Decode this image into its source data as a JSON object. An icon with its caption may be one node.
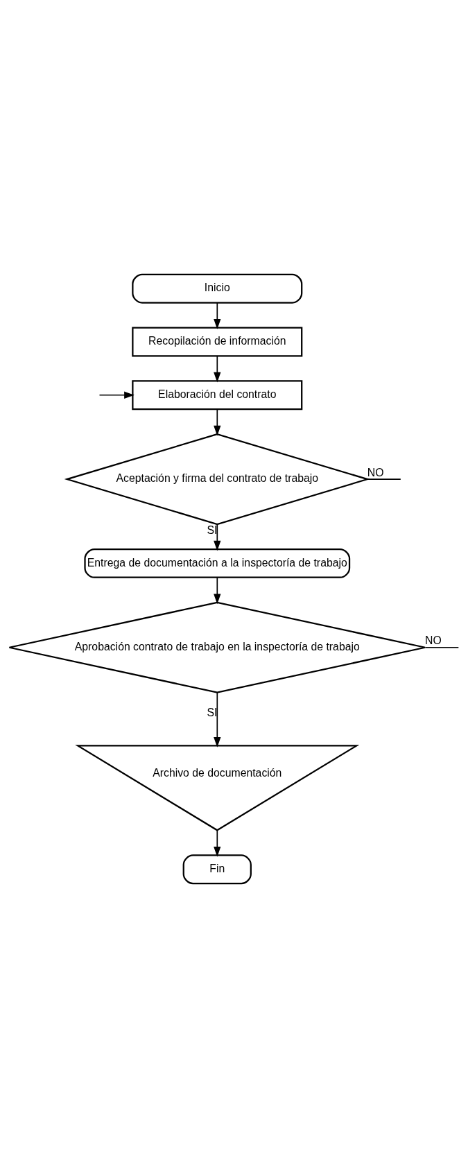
{
  "diagram": {
    "nodes": [
      {
        "text": [
          "Inicio"
        ]
      },
      {
        "text": [
          "Recopilación de información"
        ]
      },
      {
        "text": [
          "Elaboración del contrato"
        ]
      },
      {
        "text": [
          "Aceptación y firma del contrato de trabajo"
        ]
      },
      {
        "text": [
          "Entrega de documentación a la inspectoría de trabajo"
        ]
      },
      {
        "text": [
          "Aprobación contrato de trabajo en la inspectoría de trabajo"
        ]
      },
      {
        "text": [
          "Archivo de documentación"
        ]
      },
      {
        "text": [
          "Fin"
        ]
      }
    ],
    "edges": [
      {
        "from": 0,
        "to": 1,
        "arrow": "to"
      },
      {
        "from": 1,
        "to": 2,
        "arrow": "to"
      },
      {
        "from": null,
        "to": 2,
        "arrow": "to"
      },
      {
        "from": 2,
        "to": 3,
        "arrow": "to"
      },
      {
        "from": 3,
        "to": null,
        "arrow": "none",
        "label": "NO"
      },
      {
        "from": 3,
        "to": 4,
        "arrow": "to",
        "label": "SI"
      },
      {
        "from": 4,
        "to": 5,
        "arrow": "to"
      },
      {
        "from": 5,
        "to": null,
        "arrow": "none",
        "label": "NO"
      },
      {
        "from": 5,
        "to": 6,
        "arrow": "to",
        "label": "SI"
      },
      {
        "from": 6,
        "to": 7,
        "arrow": "to"
      }
    ]
  }
}
